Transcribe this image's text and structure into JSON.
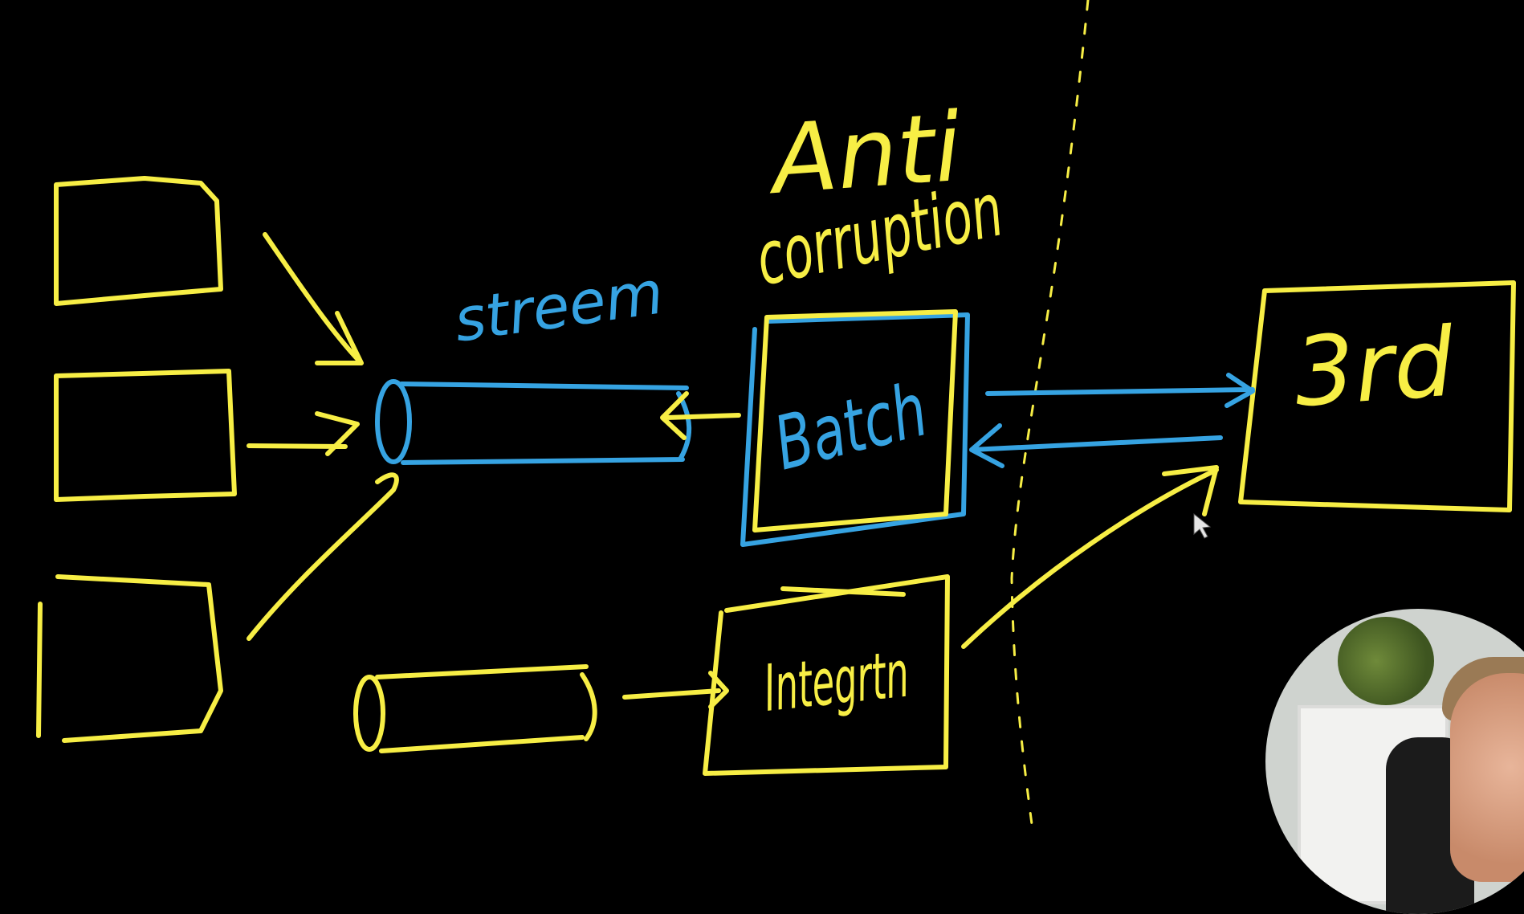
{
  "labels": {
    "stream": "streem",
    "anti": "Anti",
    "corruption": "corruption",
    "batch": "Batch",
    "integration": "Integrtn",
    "third": "3rd"
  },
  "colors": {
    "background": "#000000",
    "yellow_ink": "#f7ee45",
    "blue_ink": "#36a3e2"
  },
  "icons": {
    "cursor": "mouse-pointer-icon",
    "presenter": "presenter-webcam"
  }
}
